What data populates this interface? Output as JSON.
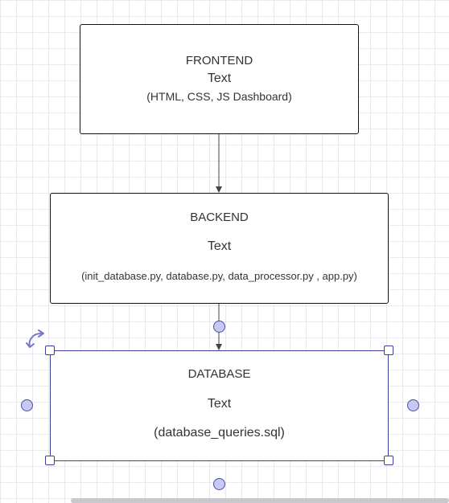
{
  "diagram": {
    "nodes": [
      {
        "id": "frontend",
        "title": "FRONTEND",
        "subtitle": "Text",
        "detail": "(HTML, CSS, JS Dashboard)"
      },
      {
        "id": "backend",
        "title": "BACKEND",
        "subtitle": "Text",
        "detail": "(init_database.py, database.py, data_processor.py , app.py)"
      },
      {
        "id": "database",
        "title": "DATABASE",
        "subtitle": "Text",
        "detail": "(database_queries.sql)",
        "selected": true
      }
    ],
    "edges": [
      {
        "from": "frontend",
        "to": "backend"
      },
      {
        "from": "backend",
        "to": "database"
      }
    ]
  },
  "colors": {
    "border": "#111111",
    "selection": "#3d3d9e",
    "connection_point_fill": "#c8c8f4",
    "grid": "#e9e9ee",
    "text": "#333333"
  },
  "icons": {
    "rotate": "rotate-icon"
  }
}
